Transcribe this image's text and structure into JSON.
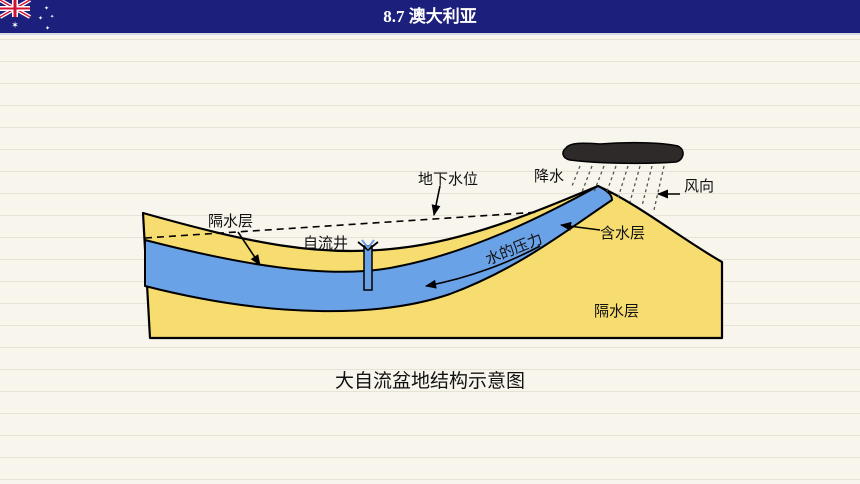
{
  "header": {
    "title": "8.7 澳大利亚"
  },
  "diagram": {
    "labels": {
      "water_table": "地下水位",
      "precipitation": "降水",
      "wind_direction": "风向",
      "confining_layer_upper": "隔水层",
      "artesian_well": "自流井",
      "aquifer": "含水层",
      "water_pressure": "水的压力",
      "confining_layer_lower": "隔水层"
    },
    "caption": "大自流盆地结构示意图"
  }
}
